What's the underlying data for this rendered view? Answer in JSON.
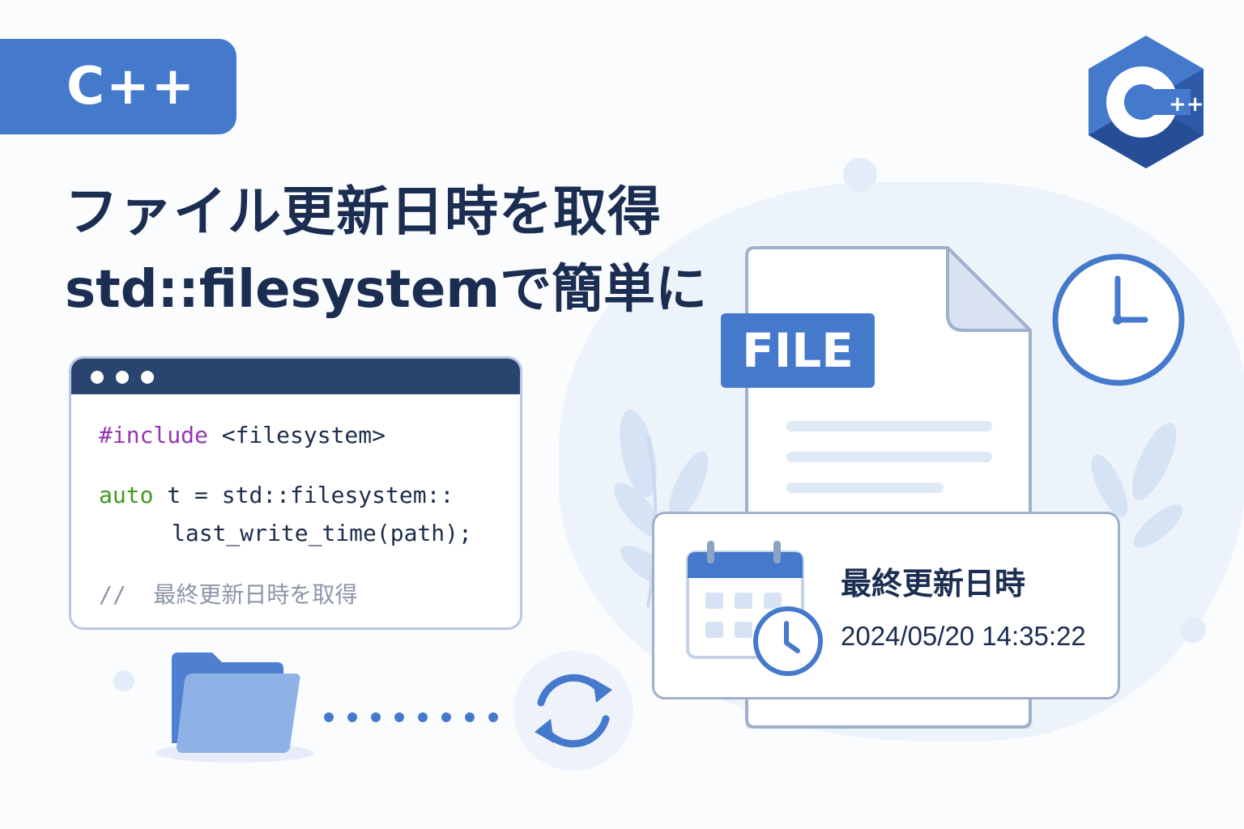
{
  "badge": {
    "label": "C++"
  },
  "title": {
    "line1": "ファイル更新日時を取得",
    "line2": "std::filesystemで簡単に"
  },
  "code": {
    "line1_directive": "#include",
    "line1_rest": " <filesystem>",
    "line2_keyword": "auto",
    "line2_rest": " t = std::filesystem::",
    "line3": "last_write_time(path);",
    "line4": "//  最終更新日時を取得"
  },
  "file_badge": {
    "label": "FILE"
  },
  "info": {
    "label": "最終更新日時",
    "value": "2024/05/20 14:35:22"
  },
  "logo": {
    "letter": "C",
    "plus": "++"
  },
  "colors": {
    "accent": "#4479cc",
    "navy": "#1b2e52",
    "code_bar": "#2a4470",
    "keyword_purple": "#9536b5",
    "keyword_green": "#3f9a1c"
  },
  "icons": [
    "cpp-logo-icon",
    "clock-icon",
    "calendar-icon",
    "folder-icon",
    "sync-icon",
    "leaf-icon",
    "document-icon"
  ]
}
